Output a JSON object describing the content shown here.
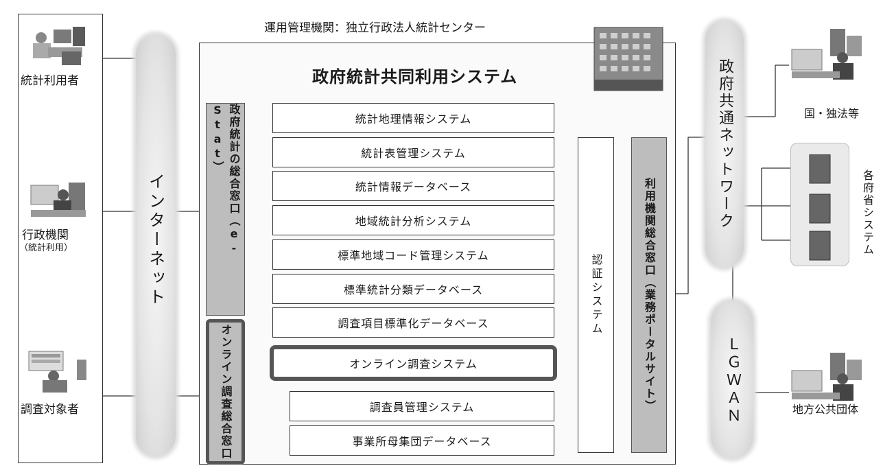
{
  "operator": "運用管理機関：独立行政法人統計センター",
  "system_title": "政府統計共同利用システム",
  "left_actors": [
    {
      "id": "stat-user",
      "label": "統計利用者",
      "sub": ""
    },
    {
      "id": "admin",
      "label": "行政機関",
      "sub": "（統計利用）"
    },
    {
      "id": "respondent",
      "label": "調査対象者",
      "sub": ""
    }
  ],
  "internet": "インターネット",
  "portal_estat": "政府統計の総合窓口（e-Stat）",
  "portal_online": "オンライン調査総合窓口",
  "subsystems": [
    "統計地理情報システム",
    "統計表管理システム",
    "統計情報データベース",
    "地域統計分析システム",
    "標準地域コード管理システム",
    "標準統計分類データベース",
    "調査項目標準化データベース"
  ],
  "online_survey": "オンライン調査システム",
  "lower_systems": [
    "調査員管理システム",
    "事業所母集団データベース"
  ],
  "auth": "認証システム",
  "user_portal": "利用機関総合窓口（業務ポータルサイト）",
  "gov_network": "政府共通ネットワーク",
  "lgwan": "ＬＧＷＡＮ",
  "right_actors": {
    "national": "国・独法等",
    "ministries": "各府省システム",
    "local": "地方公共団体"
  },
  "colors": {
    "portal_fill": "#bdbdbd",
    "online_border": "#555555"
  }
}
